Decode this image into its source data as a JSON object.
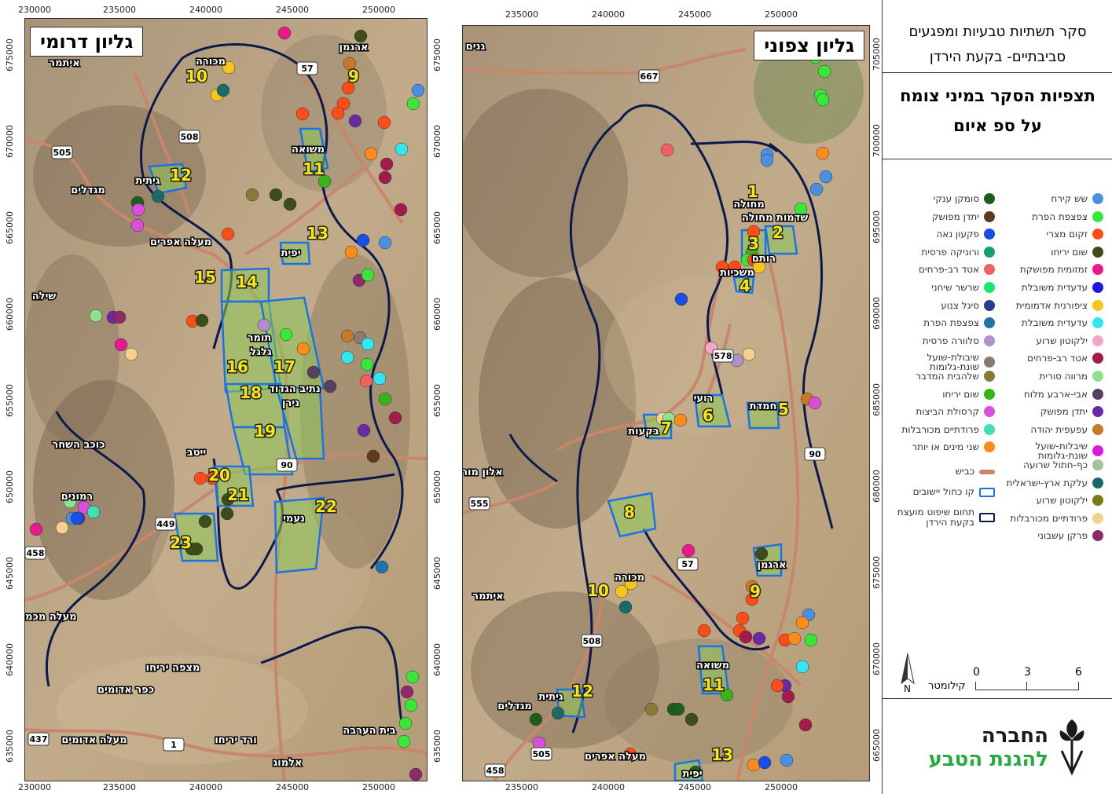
{
  "south_panel": {
    "title": "גליון דרומי",
    "x_ticks": [
      "230000",
      "235000",
      "240000",
      "245000",
      "250000"
    ],
    "y_ticks": [
      "675000",
      "670000",
      "665000",
      "660000",
      "655000",
      "650000",
      "645000",
      "640000",
      "635000"
    ],
    "right_y_ticks": [
      "705000",
      "700000",
      "695000",
      "690000",
      "685000",
      "680000",
      "675000",
      "670000",
      "665000"
    ],
    "places": [
      "מכורה",
      "ארגמן",
      "משואה",
      "גיתית",
      "מגדלים",
      "מעלה אפרים",
      "יפית",
      "שילה",
      "תומר",
      "גלגל",
      "נתיב הגדוד",
      "נירן",
      "ייטב",
      "רמונים",
      "כוכב השחר",
      "נעמי",
      "מעלה מכמש",
      "מצפה יריחו",
      "כפר אדומים",
      "מעלה אדומים",
      "ורד יריחו",
      "בית הערבה",
      "אלמוג",
      "איתמר"
    ],
    "site_numbers": [
      "10",
      "9",
      "11",
      "12",
      "13",
      "15",
      "14",
      "16",
      "17",
      "18",
      "19",
      "20",
      "21",
      "22",
      "23"
    ],
    "road_numbers": [
      "57",
      "508",
      "505",
      "90",
      "449",
      "458",
      "437",
      "1"
    ]
  },
  "north_panel": {
    "title": "גליון צפוני",
    "x_ticks": [
      "235000",
      "240000",
      "245000",
      "250000"
    ],
    "places": [
      "גנים",
      "מחולה",
      "שדמות מחולה",
      "רותם",
      "משכיות",
      "רועי",
      "חמדת",
      "בקעות",
      "אלון מורה",
      "ארגמן",
      "מכורה",
      "איתמר",
      "משואה",
      "גיתית",
      "מגדלים",
      "מעלה אפרים",
      "יפית"
    ],
    "site_numbers": [
      "1",
      "2",
      "3",
      "4",
      "5",
      "6",
      "7",
      "8",
      "9",
      "10",
      "11",
      "12",
      "13"
    ],
    "road_numbers": [
      "667",
      "578",
      "90",
      "555",
      "57",
      "508",
      "505",
      "458"
    ]
  },
  "legend": {
    "title_line1": "סקר תשתיות טבעיות ומפגעים",
    "title_line2": "סביבתיים- בקעת הירדן",
    "subtitle_line1": "תצפיות הסקר במיני צומח",
    "subtitle_line2": "על ספ איום",
    "col_right": [
      {
        "label": "שש קירח",
        "color": "#4a90e2"
      },
      {
        "label": "צפצפת הפרת",
        "color": "#39e639"
      },
      {
        "label": "זקום מצרי",
        "color": "#ff4d1a"
      },
      {
        "label": "שום יריחו",
        "color": "#3d4d1a"
      },
      {
        "label": "זמזומית מפושקת",
        "color": "#e61a8c"
      },
      {
        "label": "עדעדית משובלת",
        "color": "#1a1ad9"
      },
      {
        "label": "ציפורנית אדמומית",
        "color": "#f5c51f"
      },
      {
        "label": "עדעדית משובלת",
        "color": "#33e6f0"
      },
      {
        "label": "ילקוטון שרוע",
        "color": "#f5a6c8"
      },
      {
        "label": "אטד רב-פרחים",
        "color": "#a31a4d"
      },
      {
        "label": "מרווה סורית",
        "color": "#8fe08f"
      },
      {
        "label": "אבי-ארבע מלוח",
        "color": "#55405e"
      },
      {
        "label": "יתדן מפושק",
        "color": "#6a2aa1"
      },
      {
        "label": "עפעפית יהודה",
        "color": "#c47a2a"
      },
      {
        "label": "שיבלות-שועל שונת-גלומות",
        "color": "#d91ad9"
      },
      {
        "label": "כף-חתול שרועה",
        "color": "#a6c29a"
      },
      {
        "label": "עלקת ארץ-ישראלית",
        "color": "#1a6b66"
      },
      {
        "label": "ילקוטון שרוע",
        "color": "#7a7a1a"
      },
      {
        "label": "פרודתיים מכורבלות",
        "color": "#f5d08f"
      },
      {
        "label": "פרקן עשבוני",
        "color": "#8c2a6b"
      }
    ],
    "col_left": [
      {
        "label": "סומקן ענקי",
        "color": "#1e5c1e"
      },
      {
        "label": "יתדן מפושק",
        "color": "#5e3a1f"
      },
      {
        "label": "פקעון נאה",
        "color": "#1a4de6"
      },
      {
        "label": "ורוניקה פרסית",
        "color": "#1a9c73"
      },
      {
        "label": "אטד רב-פרחים",
        "color": "#f06060"
      },
      {
        "label": "שרשר שיחני",
        "color": "#1ae673"
      },
      {
        "label": "סיגל צנוע",
        "color": "#2a3a8c"
      },
      {
        "label": "צפצפת הפרת",
        "color": "#1f73a6"
      },
      {
        "label": "סלוורה פרסית",
        "color": "#b090c8"
      },
      {
        "label": "שיבולת-שועל שונת-גלומות",
        "color": "#8a7a6e"
      },
      {
        "label": "שלהבית המדבר",
        "color": "#8a7a3a"
      },
      {
        "label": "שום יריחו",
        "color": "#3ab31a"
      },
      {
        "label": "קרסולת הביצות",
        "color": "#d94fd9"
      },
      {
        "label": "פרודתיים מכורבלות",
        "color": "#40e0b0"
      },
      {
        "label": "שני מינים או יותר",
        "color": "#ff8c1a"
      }
    ],
    "line_items": [
      {
        "label": "כביש",
        "color": "#c8876a"
      },
      {
        "label": "קו כחול יישובים",
        "color": "#1a73e6"
      },
      {
        "label": "תחום שיפוט מועצת בקעת הירדן",
        "color": "#0a1a4d"
      }
    ],
    "scale_label": "קילומטר",
    "scale_ticks": [
      "0",
      "3",
      "6"
    ],
    "north_arrow": "N",
    "logo_line1": "החברה",
    "logo_line2": "להגנת הטבע",
    "logo_color_dark": "#1a1a1a",
    "logo_color_green": "#2aa845"
  }
}
